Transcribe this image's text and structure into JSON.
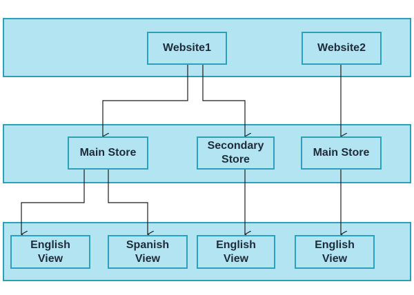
{
  "colors": {
    "fill": "#b3e4f1",
    "border": "#2aa0ba",
    "text": "#1d2b3a",
    "edge": "#1a1a1a"
  },
  "tiers": [
    {
      "name": "website-tier"
    },
    {
      "name": "store-tier"
    },
    {
      "name": "view-tier"
    }
  ],
  "nodes": {
    "website1": "Website1",
    "website2": "Website2",
    "main_store_1": "Main Store",
    "secondary_store": "Secondary\nStore",
    "main_store_2": "Main Store",
    "english_view_1": "English\nView",
    "spanish_view": "Spanish\nView",
    "english_view_2": "English\nView",
    "english_view_3": "English\nView"
  },
  "edges": [
    {
      "from": "website1",
      "to": "main_store_1"
    },
    {
      "from": "website1",
      "to": "secondary_store"
    },
    {
      "from": "website2",
      "to": "main_store_2"
    },
    {
      "from": "main_store_1",
      "to": "english_view_1"
    },
    {
      "from": "main_store_1",
      "to": "spanish_view"
    },
    {
      "from": "secondary_store",
      "to": "english_view_2"
    },
    {
      "from": "main_store_2",
      "to": "english_view_3"
    }
  ]
}
